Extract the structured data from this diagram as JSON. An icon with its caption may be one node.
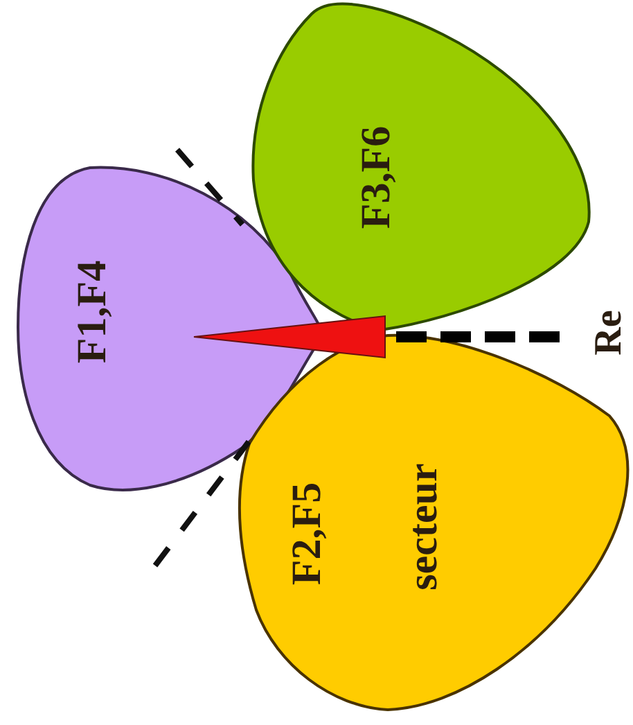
{
  "diagram": {
    "nodes": [
      {
        "text": [
          "F1,F4"
        ]
      },
      {
        "text": [
          "F3,F6"
        ]
      },
      {
        "text": [
          "F2,F5",
          "secteur"
        ]
      }
    ],
    "labels": [
      "Re"
    ]
  }
}
